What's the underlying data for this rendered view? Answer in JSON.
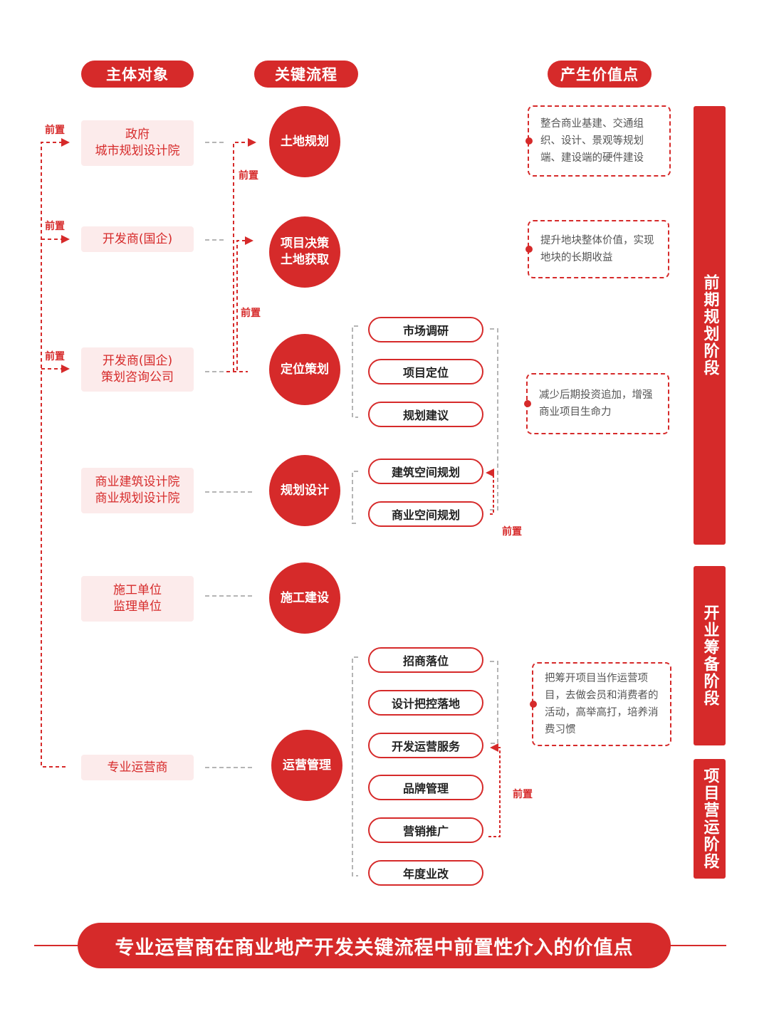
{
  "headers": {
    "subject": "主体对象",
    "process": "关键流程",
    "value": "产生价值点"
  },
  "entities": {
    "gov": [
      "政府",
      "城市规划设计院"
    ],
    "dev1": [
      "开发商(国企)"
    ],
    "dev2": [
      "开发商(国企)",
      "策划咨询公司"
    ],
    "design": [
      "商业建筑设计院",
      "商业规划设计院"
    ],
    "build": [
      "施工单位",
      "监理单位"
    ],
    "operator": [
      "专业运营商"
    ]
  },
  "processes": {
    "land": [
      "土地规划"
    ],
    "decision": [
      "项目决策",
      "土地获取"
    ],
    "position": [
      "定位策划"
    ],
    "plan": [
      "规划设计"
    ],
    "construct": [
      "施工建设"
    ],
    "operate": [
      "运营管理"
    ]
  },
  "subtasks": {
    "position": [
      "市场调研",
      "项目定位",
      "规划建议"
    ],
    "plan": [
      "建筑空间规划",
      "商业空间规划"
    ],
    "operate": [
      "招商落位",
      "设计把控落地",
      "开发运营服务",
      "品牌管理",
      "营销推广",
      "年度业改"
    ]
  },
  "values": {
    "v1": "整合商业基建、交通组织、设计、景观等规划端、建设端的硬件建设",
    "v2": "提升地块整体价值，实现地块的长期收益",
    "v3": "减少后期投资追加，增强商业项目生命力",
    "v4": "把筹开项目当作运营项目，去做会员和消费者的活动，高举高打，培养消费习惯"
  },
  "stages": [
    "前期规划阶段",
    "开业筹备阶段",
    "项目营运阶段"
  ],
  "prefix_label": "前置",
  "footer_title": "专业运营商在商业地产开发关键流程中前置性介入的价值点",
  "colors": {
    "accent": "#d62a2a",
    "entity_bg": "#fcebeb",
    "connector_gray": "#b5b5b5"
  }
}
